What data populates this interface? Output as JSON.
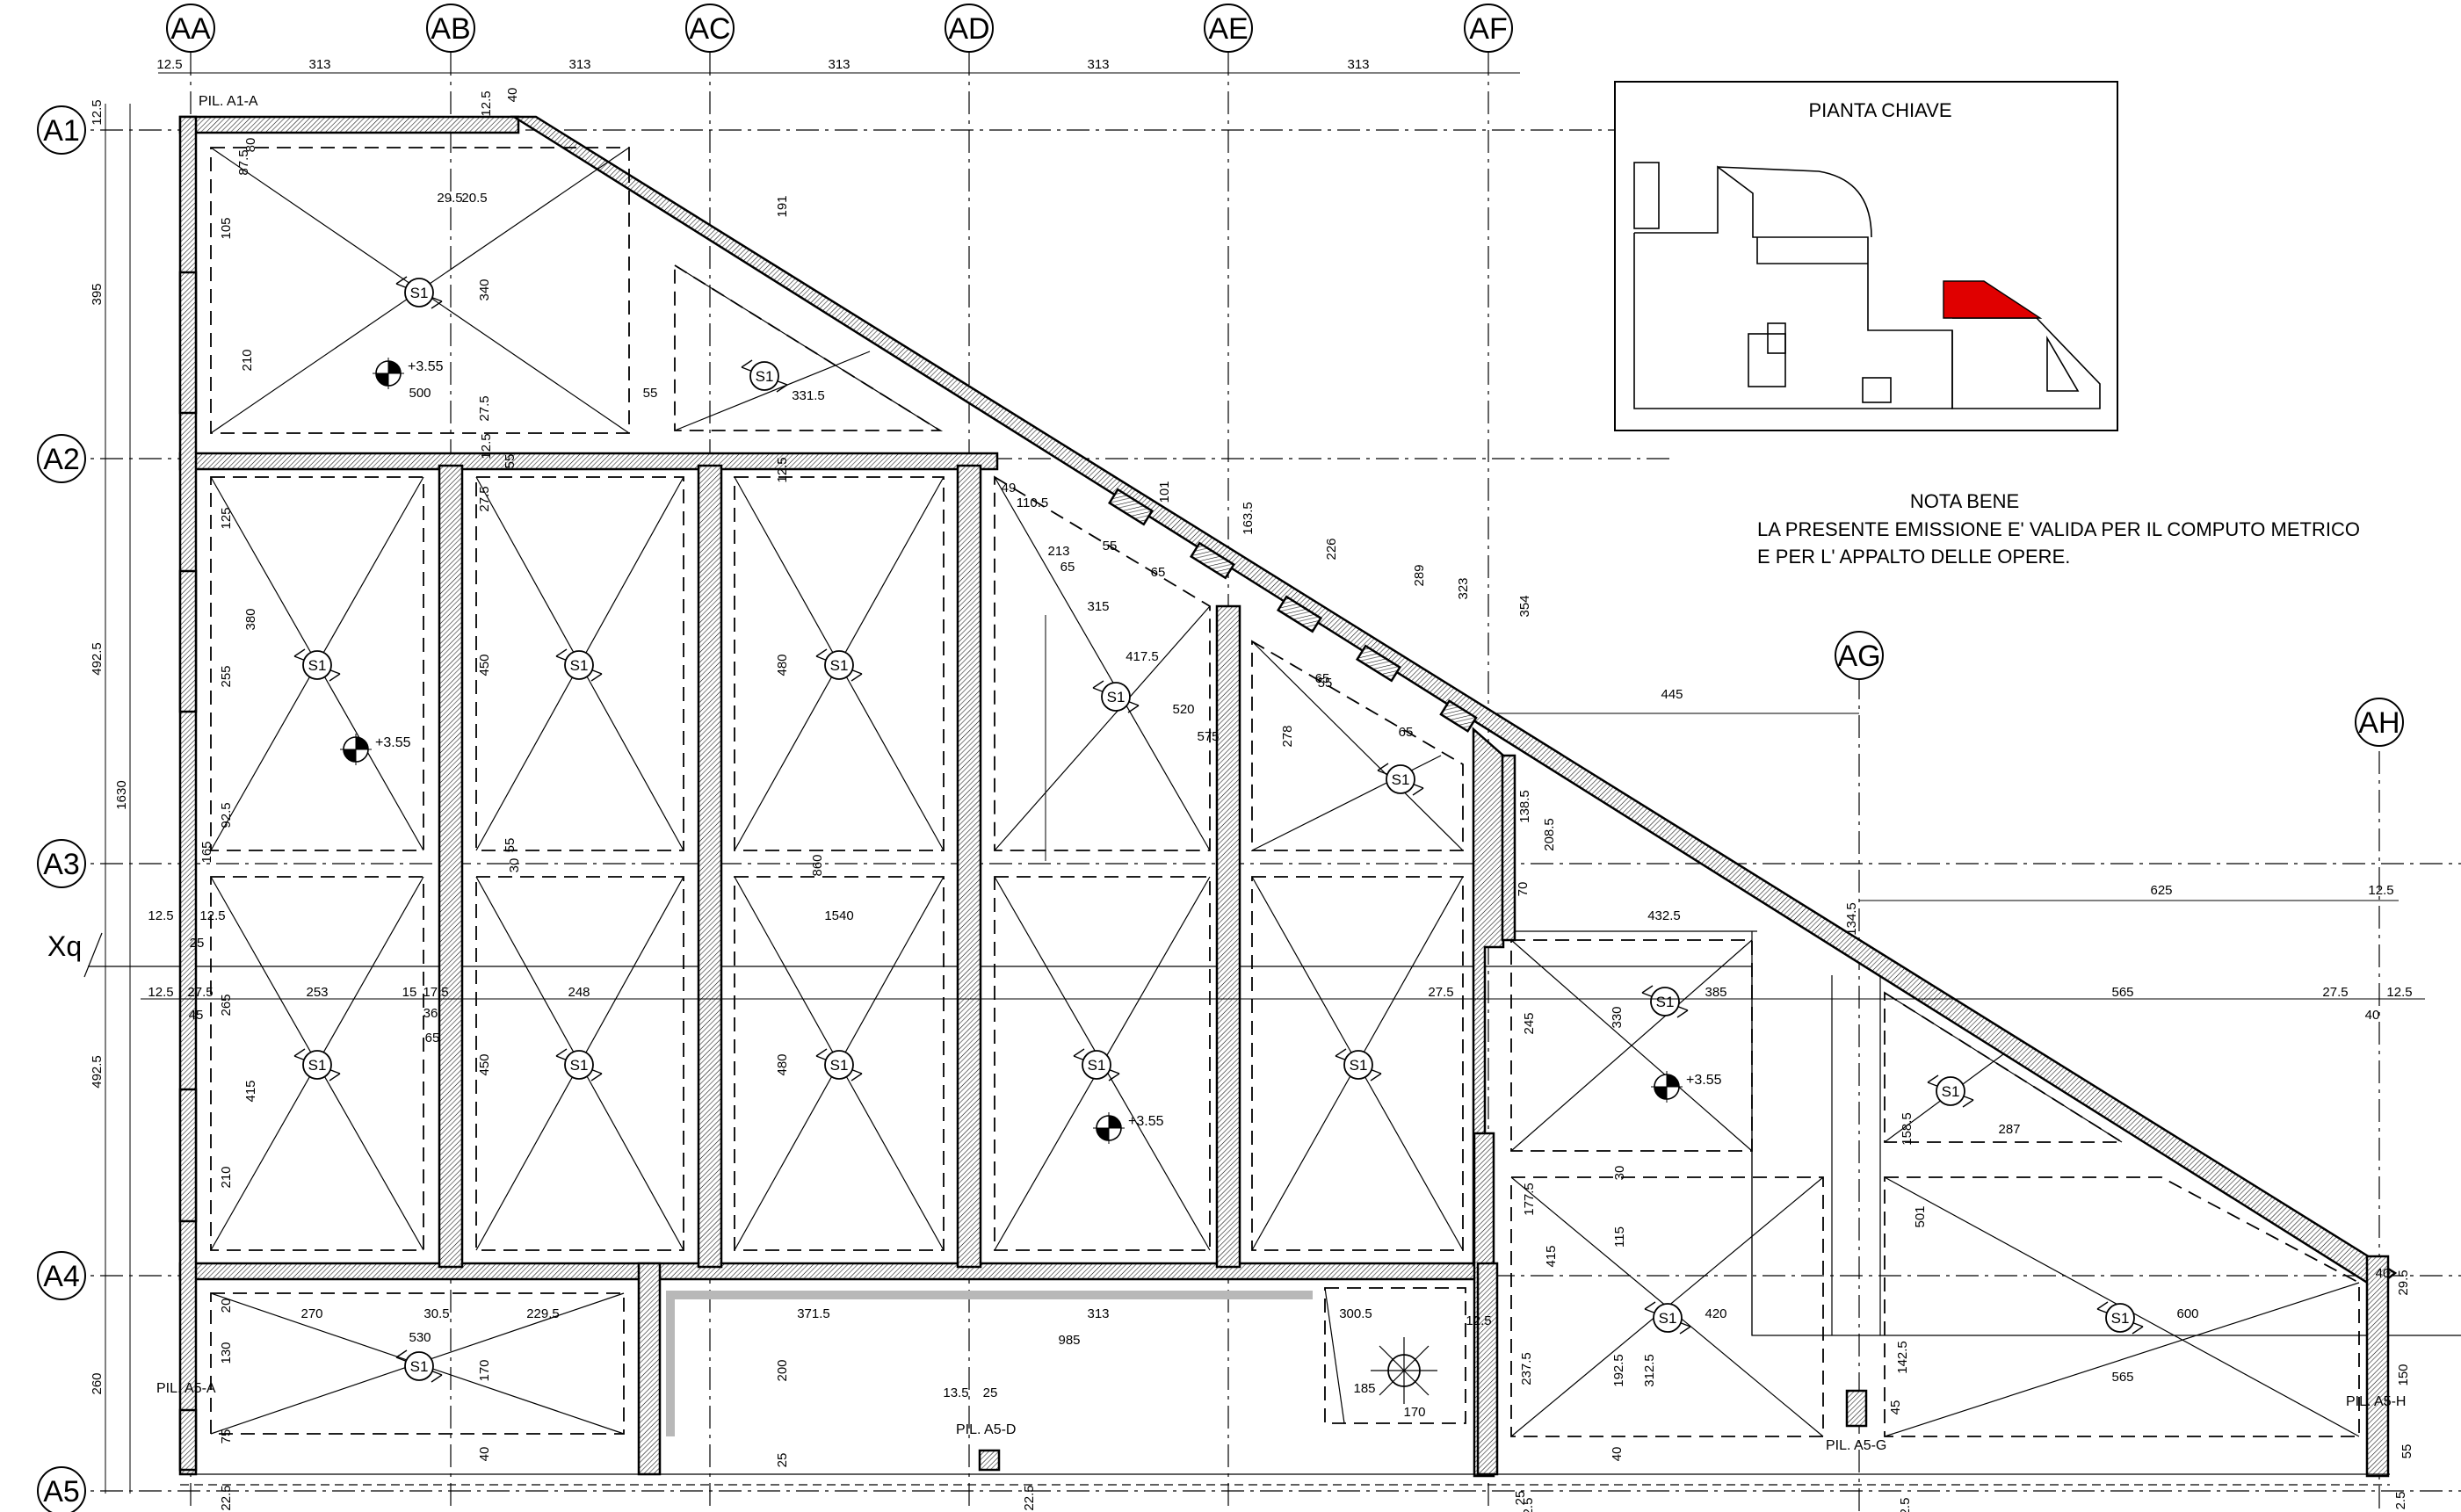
{
  "axes_columns": [
    {
      "label": "AA"
    },
    {
      "label": "AB"
    },
    {
      "label": "AC"
    },
    {
      "label": "AD"
    },
    {
      "label": "AE"
    },
    {
      "label": "AF"
    },
    {
      "label": "AG"
    },
    {
      "label": "AH"
    }
  ],
  "axes_rows": [
    {
      "label": "A1"
    },
    {
      "label": "A2"
    },
    {
      "label": "A3"
    },
    {
      "label": "A4"
    },
    {
      "label": "A5"
    }
  ],
  "section_marker": "Xq",
  "key_plan": {
    "title": "PIANTA CHIAVE",
    "highlight_color": "#e00000"
  },
  "nota_bene": {
    "title": "NOTA BENE",
    "line1": "LA PRESENTE EMISSIONE E' VALIDA PER IL COMPUTO METRICO",
    "line2": "E PER L' APPALTO DELLE OPERE."
  },
  "slab_tag": "S1",
  "levels": [
    "+3.55",
    "+3.55",
    "+3.55",
    "+3.55"
  ],
  "pillars": {
    "a1a": "PIL. A1-A",
    "a5a": "PIL. A5-A",
    "a5d": "PIL. A5-D",
    "a5g": "PIL. A5-G",
    "a5h": "PIL. A5-H"
  },
  "dims_top": [
    "12.5",
    "313",
    "313",
    "313",
    "313",
    "313"
  ],
  "dims_left": [
    "12.5",
    "395",
    "492.5",
    "1630",
    "492.5",
    "260"
  ],
  "dims_misc": [
    "12.5",
    "40",
    "87.5",
    "80",
    "105",
    "29.5",
    "20.5",
    "210",
    "340",
    "500",
    "55",
    "191",
    "331.5",
    "27.5",
    "12.5",
    "55",
    "27.5",
    "12.5",
    "125",
    "380",
    "255",
    "92.5",
    "165",
    "450",
    "480",
    "860",
    "1540",
    "30",
    "55",
    "49",
    "110.5",
    "213",
    "65",
    "55",
    "101",
    "315",
    "163.5",
    "65",
    "417.5",
    "226",
    "520",
    "575",
    "289",
    "323",
    "354",
    "278",
    "65",
    "55",
    "65",
    "445",
    "138.5",
    "208.5",
    "70",
    "432.5",
    "625",
    "134.5",
    "12.5",
    "12.5",
    "12.5",
    "25",
    "12.5",
    "27.5",
    "253",
    "15",
    "17.5",
    "248",
    "27.5",
    "385",
    "565",
    "27.5",
    "12.5",
    "45",
    "36",
    "65",
    "245",
    "330",
    "40",
    "265",
    "415",
    "210",
    "415",
    "450",
    "480",
    "287",
    "158.5",
    "30",
    "177.5",
    "115",
    "501",
    "40",
    "20",
    "270",
    "30.5",
    "229.5",
    "371.5",
    "313",
    "300.5",
    "420",
    "600",
    "530",
    "985",
    "237.5",
    "192.5",
    "312.5",
    "142.5",
    "565",
    "130",
    "170",
    "200",
    "185",
    "170",
    "13.5",
    "25",
    "75",
    "40",
    "25",
    "22.5",
    "22.5",
    "25",
    "40",
    "2.5",
    "2.5",
    "45",
    "55",
    "150",
    "29.5",
    "2.5",
    "12.5"
  ]
}
